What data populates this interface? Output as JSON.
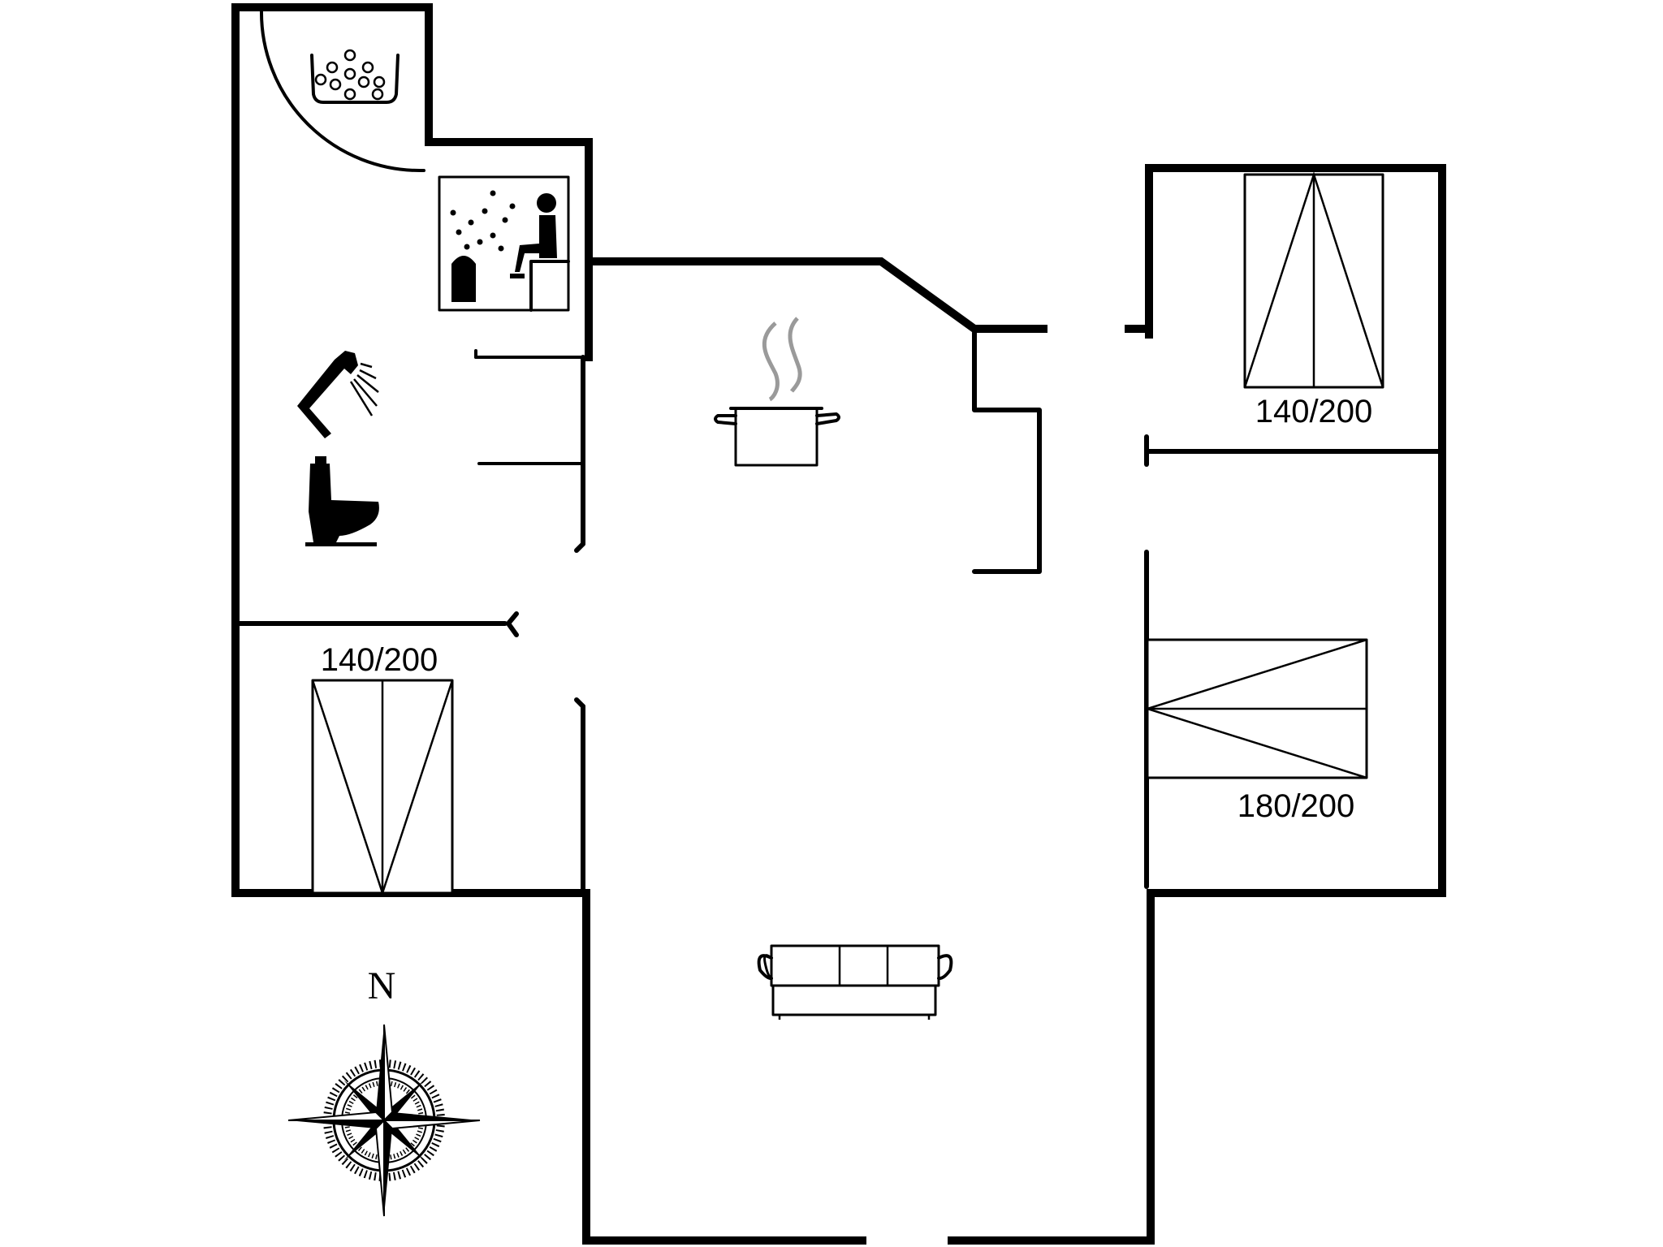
{
  "floor_plan": {
    "beds": [
      {
        "label": "140/200",
        "room": "top-right-bedroom"
      },
      {
        "label": "140/200",
        "room": "left-bedroom"
      },
      {
        "label": "180/200",
        "room": "right-bedroom"
      }
    ],
    "compass": {
      "north_label": "N"
    },
    "icons": [
      "whirlpool-icon",
      "sauna-icon",
      "shower-icon",
      "toilet-icon",
      "cooking-pot-icon",
      "sofa-icon",
      "compass-rose-icon"
    ],
    "colors": {
      "wall": "#000000",
      "background": "#ffffff",
      "steam": "#999999"
    }
  }
}
